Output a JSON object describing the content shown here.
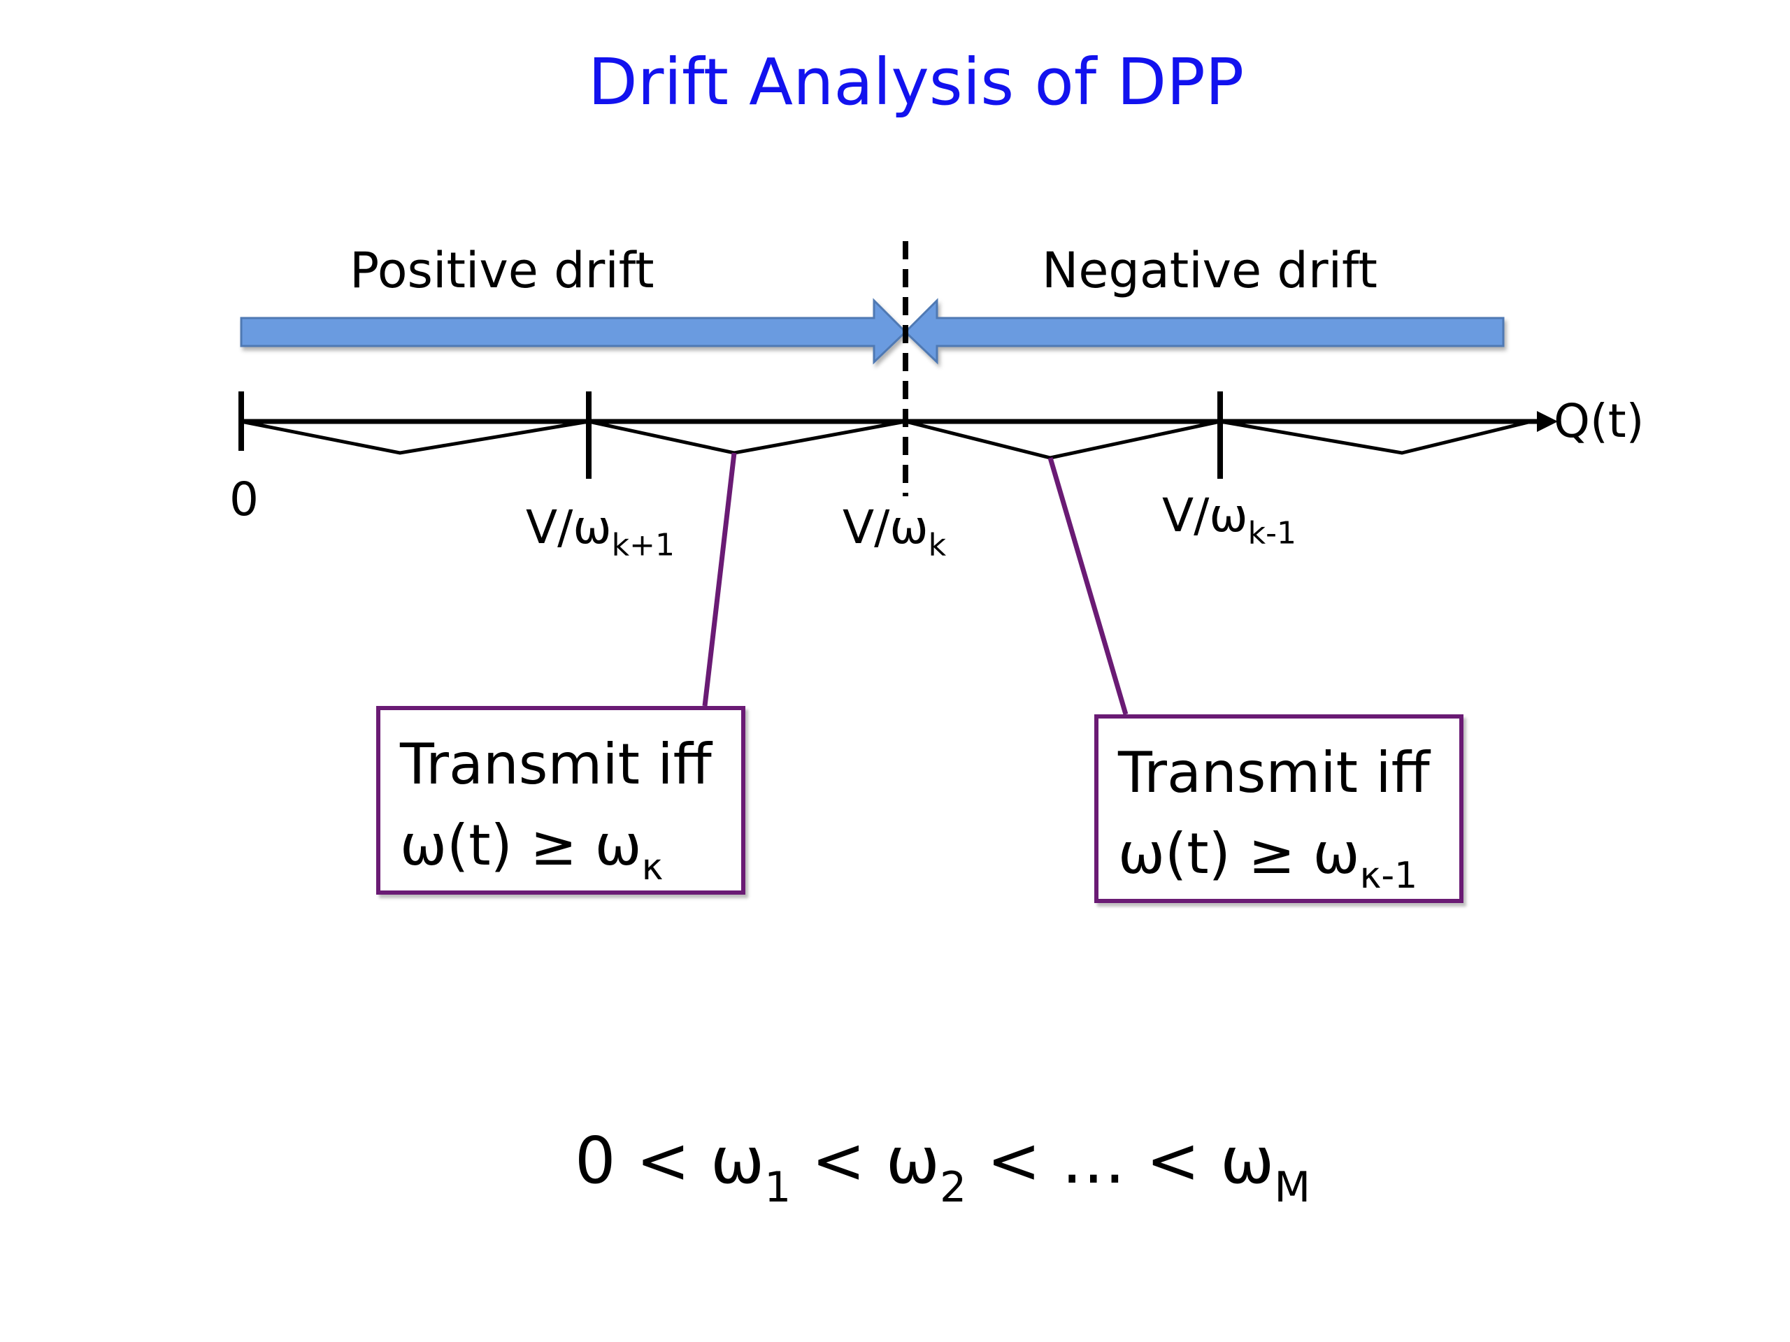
{
  "title": "Drift Analysis of DPP",
  "arrows": {
    "left_label": "Positive drift",
    "right_label": "Negative drift",
    "fill": "#6a9be0",
    "stroke": "#4f79b3"
  },
  "axis": {
    "label": "Q(t)",
    "ticks": [
      {
        "base": "0",
        "sub": ""
      },
      {
        "base": "V/ω",
        "sub": "k+1"
      },
      {
        "base": "V/ω",
        "sub": "k"
      },
      {
        "base": "V/ω",
        "sub": "k-1"
      }
    ]
  },
  "callouts": [
    {
      "line1": "Transmit iff",
      "line2_base": "ω(t) ≥ ω",
      "line2_sub": "κ"
    },
    {
      "line1": "Transmit iff",
      "line2_base": "ω(t) ≥ ω",
      "line2_sub": "κ-1"
    }
  ],
  "inequality": {
    "p0": "0 < ω",
    "s1": "1",
    "p1": " <  ω",
    "s2": "2",
    "p2": " <  … <  ω",
    "s3": "M"
  },
  "colors": {
    "title": "#1212ee",
    "callout_border": "#6a1b74"
  }
}
